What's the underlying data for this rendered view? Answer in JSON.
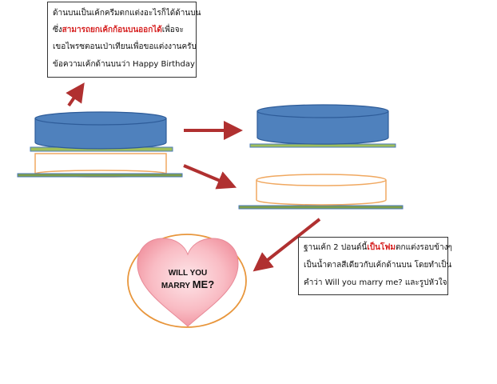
{
  "top_note": {
    "line1": "ด้านบนเป็นเค้กครีมตกแต่งอะไรก็ได้ด้านบน",
    "line2_pre": "ซึ่ง",
    "line2_highlight": "สามารถยกเค้กก้อนบนออกได้",
    "line2_post": "เพื่อจะ",
    "line3": "เขอไพรซตอนเป่าเทียนเพื่อขอแต่งงานครับ",
    "line4": "ข้อความเค้กด้านบนว่า Happy Birthday"
  },
  "bottom_note": {
    "line1_pre": "ฐานเค้ก 2 ปอนด์นี้",
    "line1_highlight": "เป็นโฟม",
    "line1_post": "ตกแต่งรอบข้างๆ",
    "line2": "เป็นน้ำตาลสีเดียวกับเค้กด้านบน โดยทำเป็น",
    "line3": "คำว่า Will you marry me? และรูปหัวใจ"
  },
  "heart": {
    "line1": "WILL YOU",
    "line2_pre": "MARRY ",
    "line2_big": "ME?"
  },
  "colors": {
    "cake_blue": "#4f81bd",
    "cake_blue_dark": "#2e5c99",
    "foam_outline": "#f0a860",
    "plate_green": "#7f9f4a",
    "plate_blue": "#4a7ab8",
    "arrow_red": "#b03030",
    "heart_pink": "#f7a3ae",
    "oval_orange": "#e8963c",
    "highlight_red": "#d62020"
  }
}
